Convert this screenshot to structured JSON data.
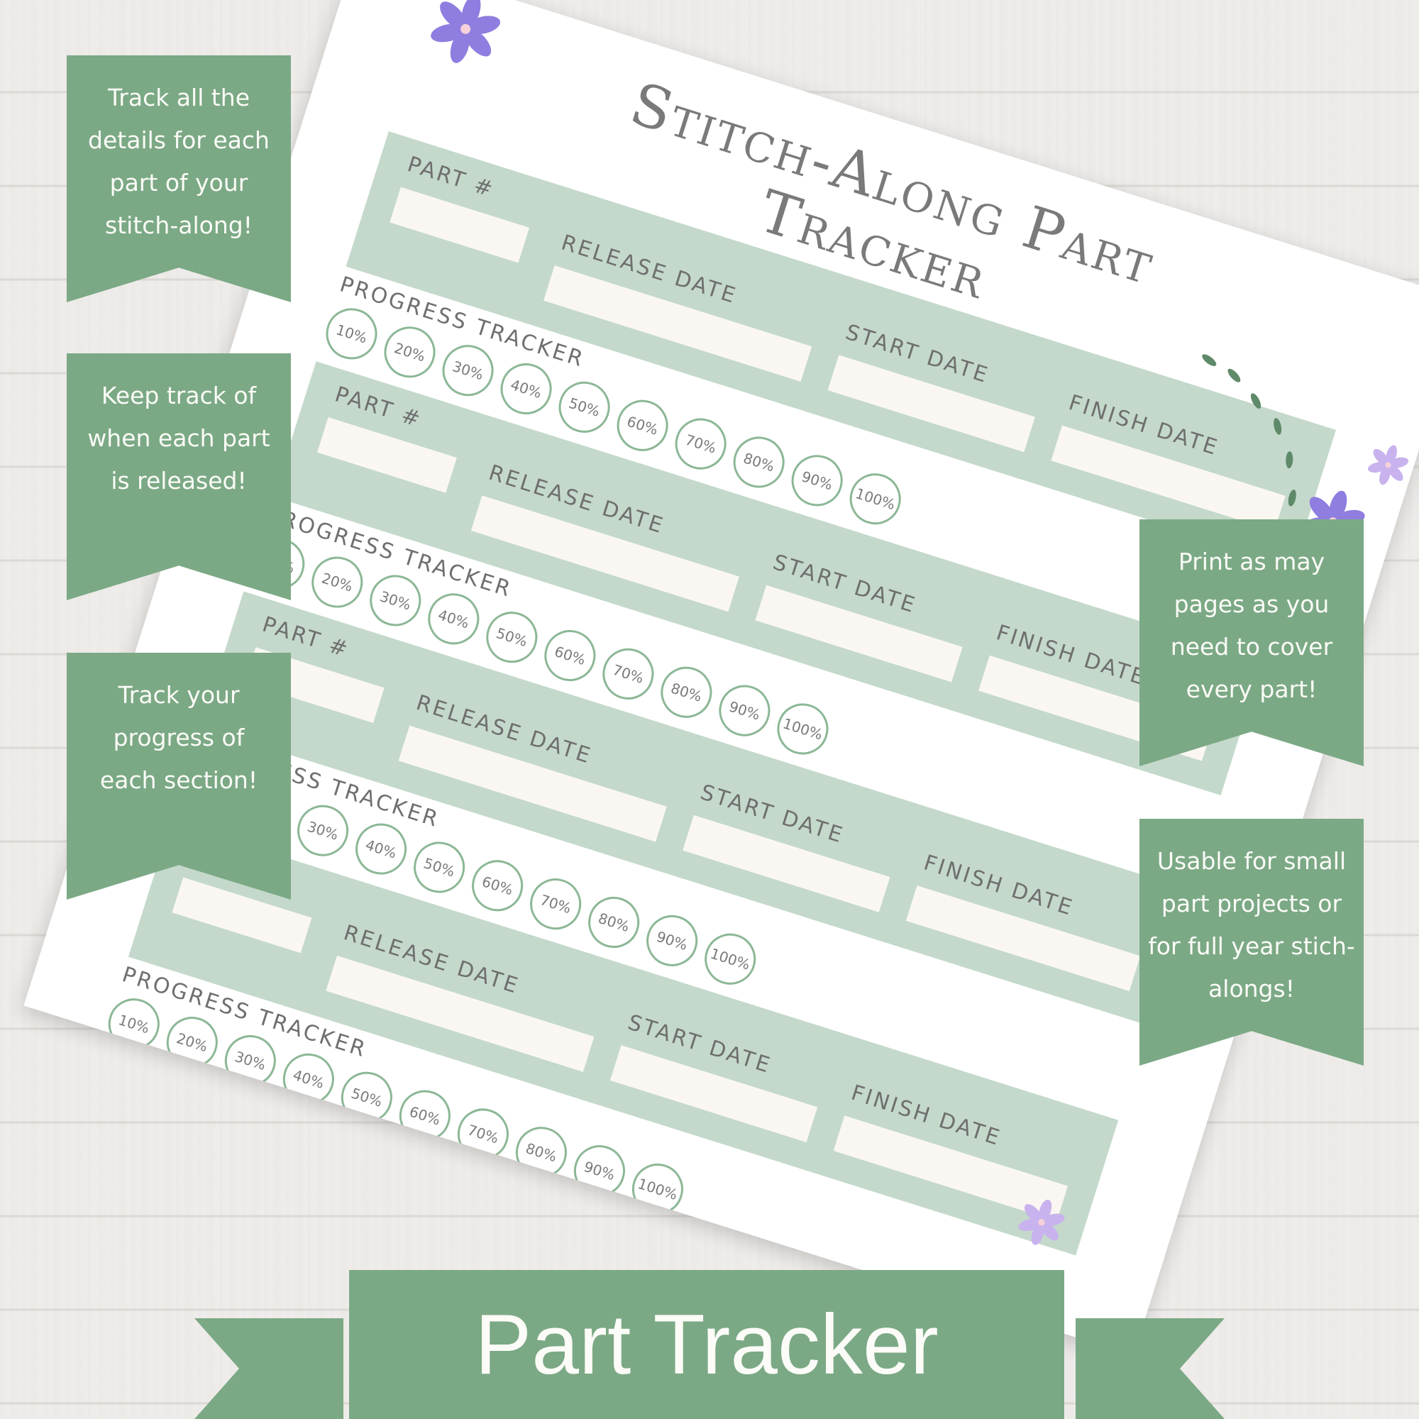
{
  "sheet": {
    "title_line1": "Stitch-Along Part",
    "title_line2": "Tracker",
    "field_labels": {
      "part": "Part #",
      "release": "Release Date",
      "start": "Start Date",
      "finish": "Finish Date",
      "progress": "Progress Tracker"
    },
    "progress_steps": [
      "10%",
      "20%",
      "30%",
      "40%",
      "50%",
      "60%",
      "70%",
      "80%",
      "90%",
      "100%"
    ],
    "section_count": 4
  },
  "ribbons": [
    [
      "Track all the",
      "details for each",
      "part of your",
      "stitch-along!"
    ],
    [
      "Keep track of",
      "when each part",
      "is released!"
    ],
    [
      "Track your",
      "progress of",
      "each section!"
    ],
    [
      "Print as may",
      "pages as you",
      "need to cover",
      "every part!"
    ],
    [
      "Usable for small",
      "part projects or",
      "for full year stich-",
      "alongs!"
    ]
  ],
  "banner": {
    "title": "Part Tracker"
  },
  "colors": {
    "green": "#7ba985",
    "band": "#c4d9cb",
    "circle_border": "#8cb796",
    "flower": "#8f7de0",
    "flower_light": "#c9b3ee"
  }
}
